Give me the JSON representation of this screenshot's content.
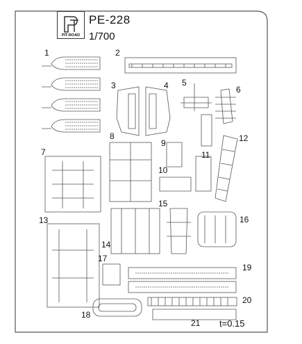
{
  "sheet": {
    "brand_text": "PIT-ROAD",
    "product_code": "PE-228",
    "scale": "1/700",
    "thickness": "t=0.15"
  },
  "part_numbers": [
    "1",
    "2",
    "3",
    "4",
    "5",
    "6",
    "7",
    "8",
    "9",
    "10",
    "11",
    "12",
    "13",
    "14",
    "15",
    "16",
    "17",
    "18",
    "19",
    "20",
    "21"
  ],
  "colors": {
    "fret": "#555555",
    "background": "#ffffff",
    "text": "#111111"
  }
}
